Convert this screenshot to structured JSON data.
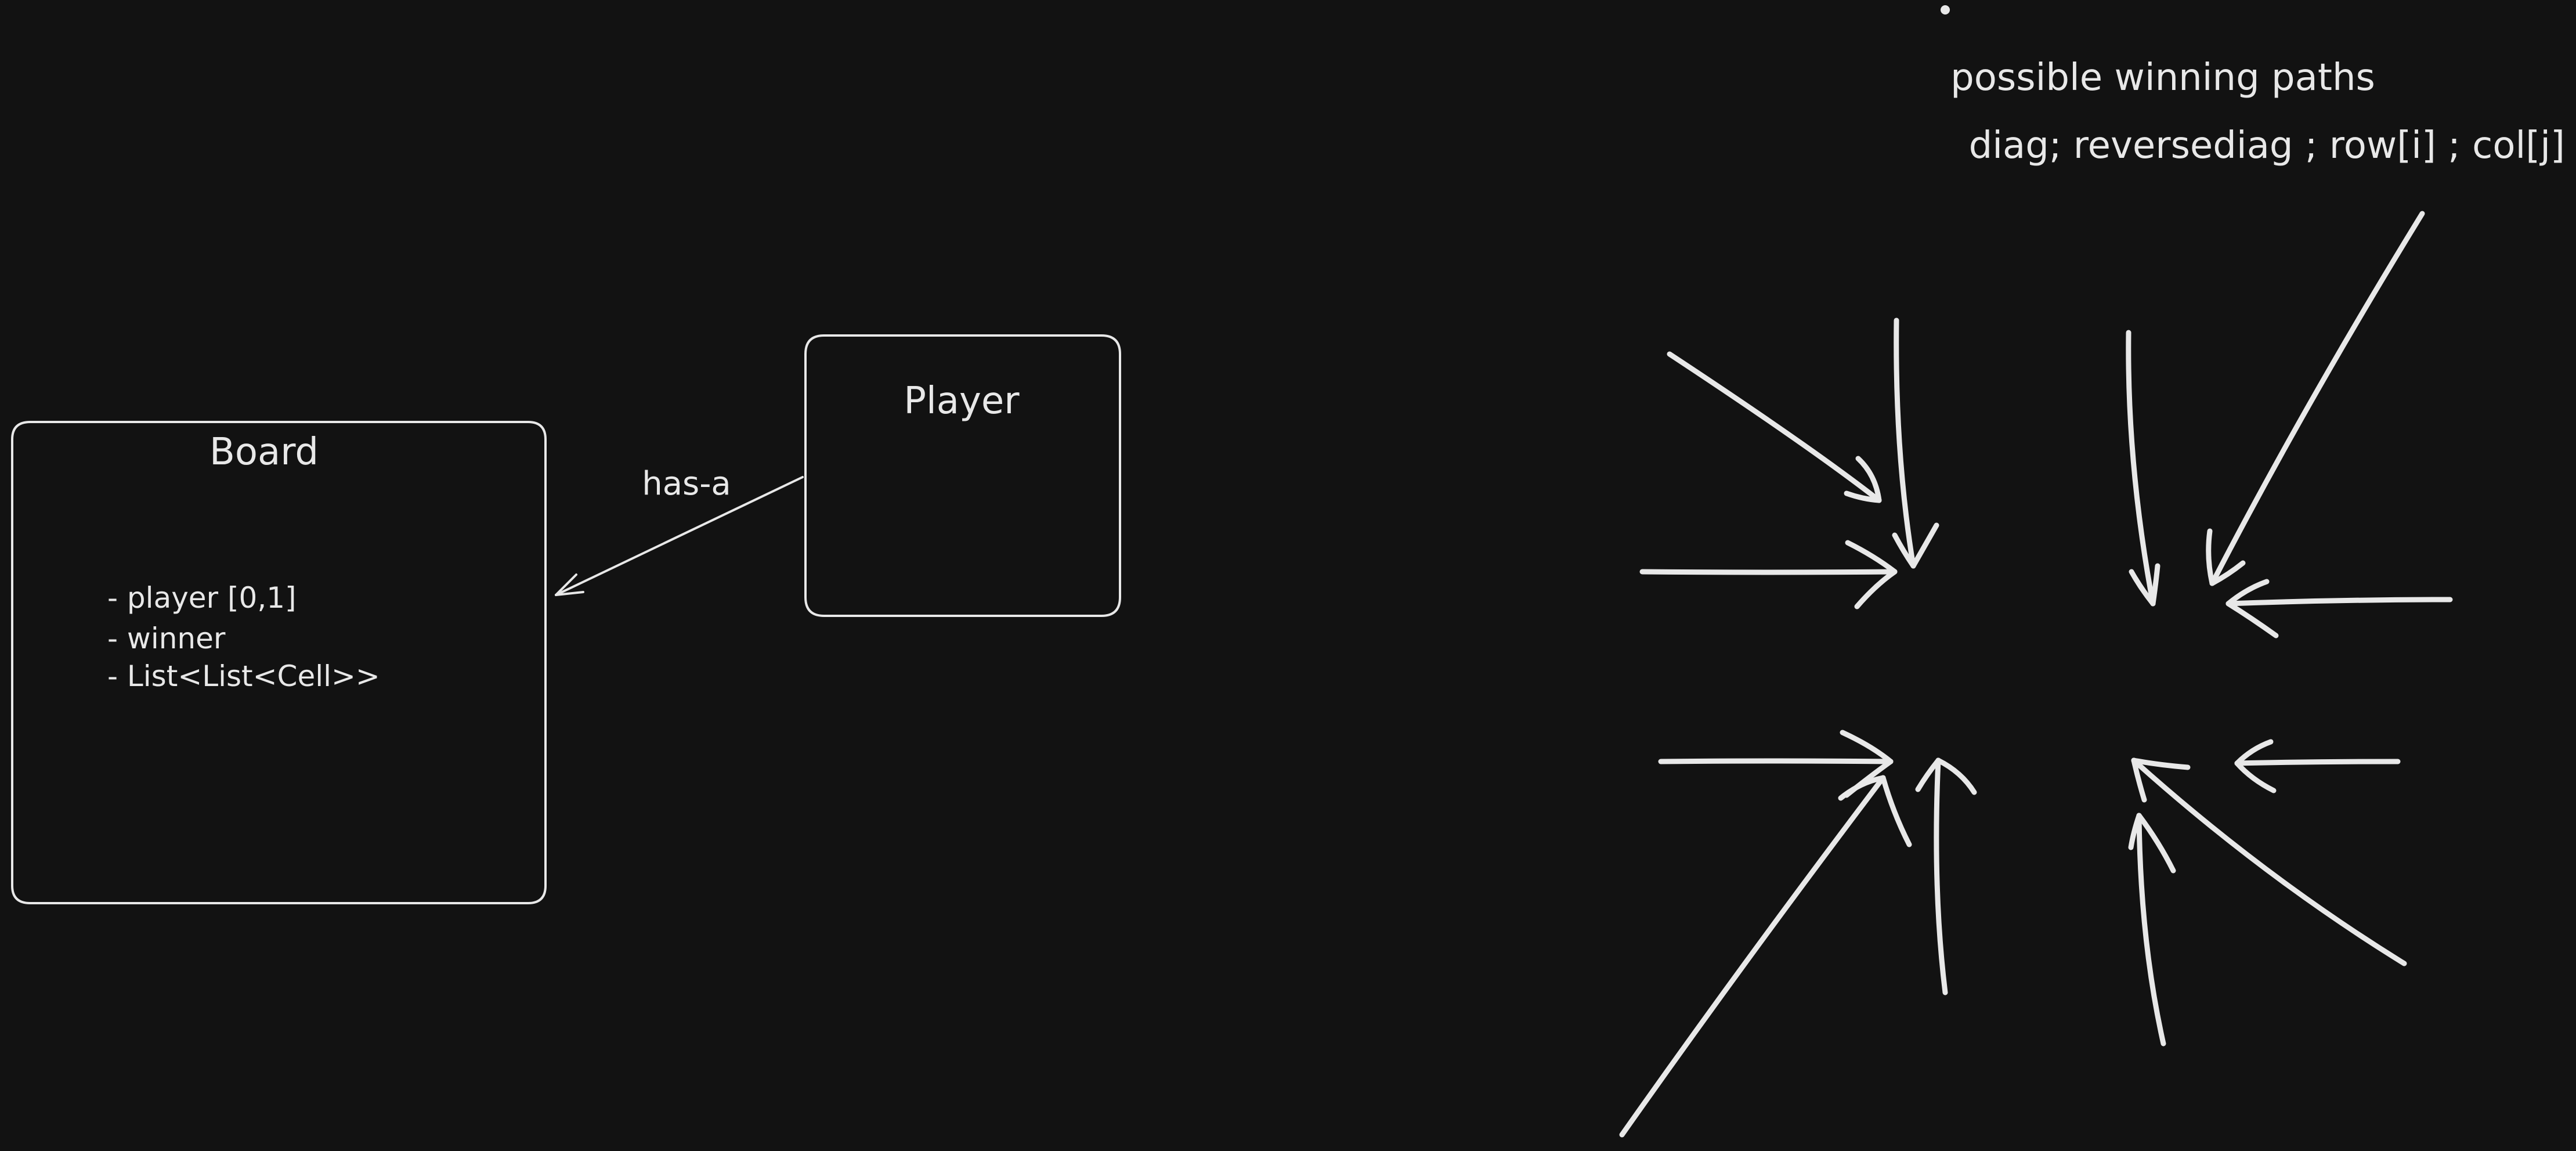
{
  "colors": {
    "background": "#121212",
    "stroke": "#e8e8e8"
  },
  "board": {
    "title": "Board",
    "attributes": [
      "- player [0,1]",
      "- winner",
      "- List<List<Cell>>"
    ]
  },
  "player": {
    "title": "Player"
  },
  "relation": {
    "label": "has-a"
  },
  "notes": {
    "line1": "possible winning paths",
    "line2": "diag; reversediag ; row[i] ; col[j]"
  }
}
